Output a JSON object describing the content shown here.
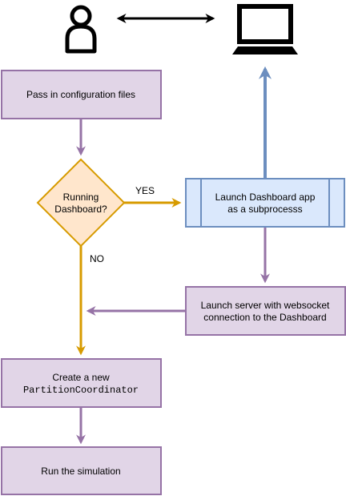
{
  "colors": {
    "purple_fill": "#e1d5e7",
    "purple_stroke": "#9673a6",
    "orange_fill": "#ffe6cc",
    "orange_stroke": "#d79b00",
    "blue_fill": "#dae8fc",
    "blue_stroke": "#6c8ebf",
    "black": "#000000"
  },
  "icons": {
    "user": "person-icon",
    "computer": "laptop-icon",
    "link": "double-arrow"
  },
  "nodes": {
    "config": {
      "label": "Pass in configuration files"
    },
    "decision": {
      "line1": "Running",
      "line2": "Dashboard?"
    },
    "dashboard_app": {
      "line1": "Launch Dashboard app",
      "line2": "as a subprocesss"
    },
    "server": {
      "line1": "Launch server with websocket",
      "line2": "connection to the Dashboard"
    },
    "coordinator": {
      "line1": "Create a new",
      "line2": "PartitionCoordinator"
    },
    "run": {
      "label": "Run the simulation"
    }
  },
  "edges": {
    "yes_label": "YES",
    "no_label": "NO"
  }
}
